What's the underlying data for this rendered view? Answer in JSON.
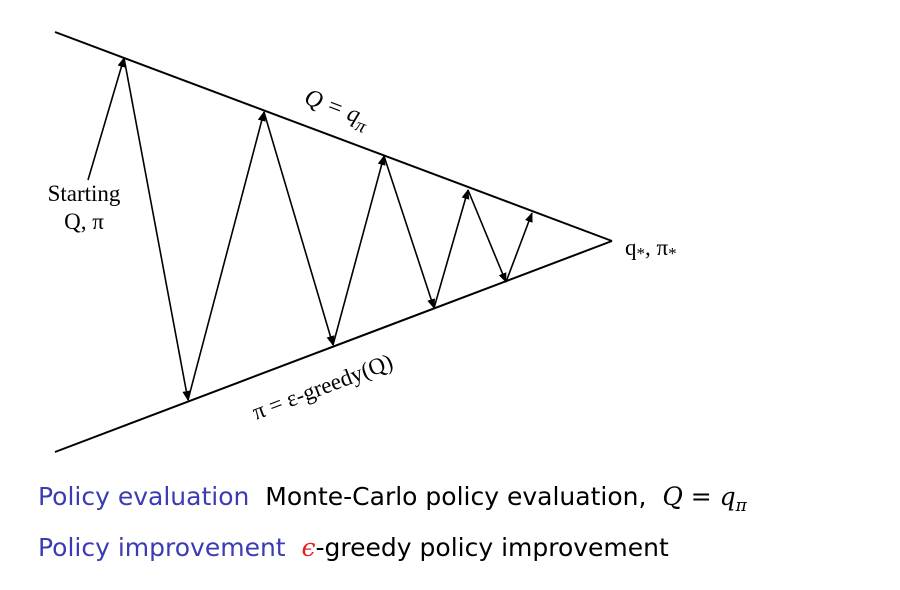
{
  "diagram": {
    "label_top": "Q = q",
    "label_top_sub": "π",
    "label_bottom": "π = ε-greedy(Q)",
    "label_start_line1": "Starting",
    "label_start_line2": "Q, π",
    "label_converge": "q",
    "label_converge_sub1": "*",
    "label_converge_sep": ", π",
    "label_converge_sub2": "*"
  },
  "captions": {
    "eval_label": "Policy evaluation",
    "eval_text": "Monte-Carlo policy evaluation,",
    "eval_math_lhs": "Q",
    "eval_math_eq": " = ",
    "eval_math_rhs": "q",
    "eval_math_sub": "π",
    "impr_label": "Policy improvement",
    "impr_eps": "ϵ",
    "impr_text": "-greedy policy improvement"
  },
  "colors": {
    "label_blue": "#3b3bb3",
    "epsilon_red": "#e62020"
  }
}
